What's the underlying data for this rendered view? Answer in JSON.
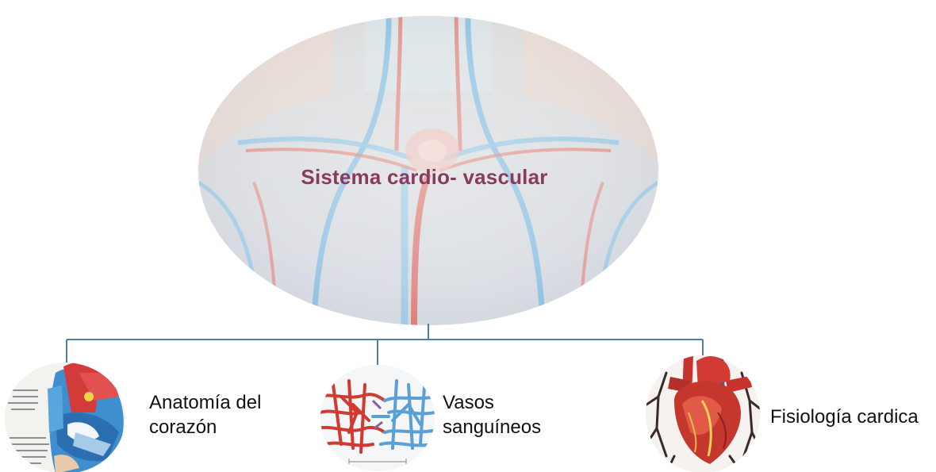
{
  "root": {
    "title": "Sistema cardio- vascular",
    "title_color": "#8a3a5c"
  },
  "children": [
    {
      "id": "anatomia",
      "lines": [
        "Anatomía del",
        "corazón"
      ],
      "image": "heart-anatomy-cross-section"
    },
    {
      "id": "vasos",
      "lines": [
        "Vasos",
        "sanguíneos"
      ],
      "image": "capillary-network"
    },
    {
      "id": "fisiologia",
      "lines": [
        "Fisiología cardica"
      ],
      "image": "heart-with-vessels"
    }
  ],
  "colors": {
    "connector": "#4a7fb0",
    "artery": "#d03a30",
    "vein": "#4aa0d8"
  }
}
